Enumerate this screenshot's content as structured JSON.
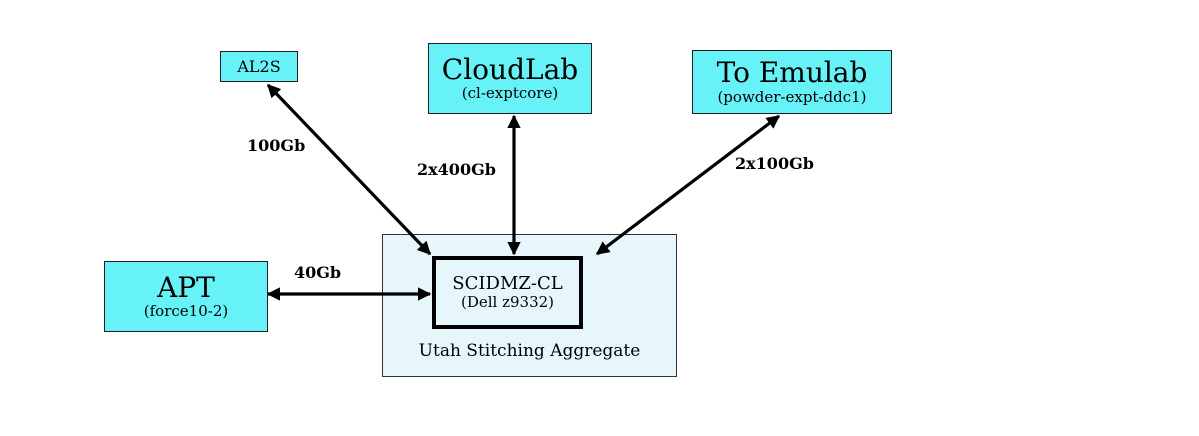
{
  "nodes": {
    "al2s": {
      "title": "AL2S"
    },
    "cloudlab": {
      "title": "CloudLab",
      "subtitle": "(cl-exptcore)"
    },
    "emulab": {
      "title": "To Emulab",
      "subtitle": "(powder-expt-ddc1)"
    },
    "apt": {
      "title": "APT",
      "subtitle": "(force10-2)"
    },
    "scidmz": {
      "title": "SCIDMZ-CL",
      "subtitle": "(Dell z9332)"
    }
  },
  "aggregate": {
    "label": "Utah Stitching Aggregate"
  },
  "links": {
    "al2s": "100Gb",
    "cloudlab": "2x400Gb",
    "emulab": "2x100Gb",
    "apt": "40Gb"
  },
  "colors": {
    "node_fill": "#66f2f6",
    "aggregate_fill": "#e6f6fb",
    "stroke": "#000000"
  }
}
